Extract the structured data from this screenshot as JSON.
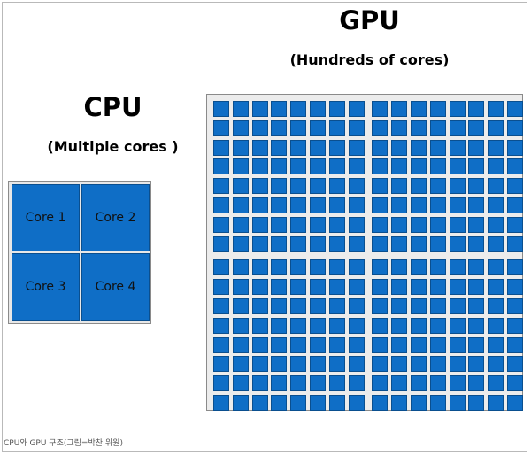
{
  "cpu": {
    "title": "CPU",
    "subtitle": "(Multiple cores )",
    "cores": [
      "Core 1",
      "Core 2",
      "Core 3",
      "Core 4"
    ]
  },
  "gpu": {
    "title": "GPU",
    "subtitle": "(Hundreds of cores)",
    "grid_rows": 16,
    "grid_cols": 16
  },
  "caption": "CPU와 GPU 구조(그림=박찬 위원)",
  "colors": {
    "core_fill": "#0f6ec6",
    "core_border": "#0a4f8f",
    "box_background": "#ececec"
  }
}
